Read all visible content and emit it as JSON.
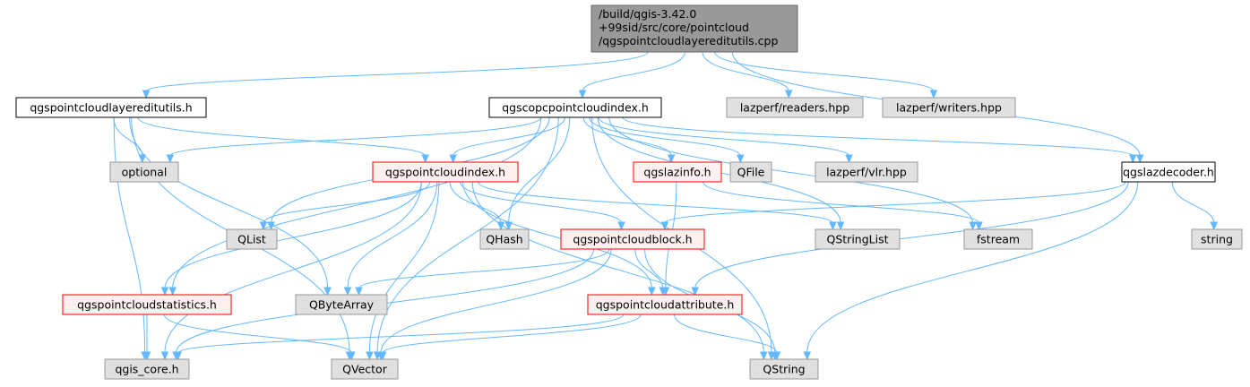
{
  "colors": {
    "edge": "#63b8ff",
    "root_fill": "#999999",
    "root_border": "#666666",
    "plain_fill": "#ffffff",
    "plain_border": "#000000",
    "red_fill": "#fff0f0",
    "red_border": "#ff0000",
    "ext_fill": "#e0e0e0",
    "ext_border": "#999999"
  },
  "nodes": [
    {
      "id": "root",
      "style": "root",
      "lines": [
        "/build/qgis-3.42.0",
        "+99sid/src/core/pointcloud",
        "/qgspointcloudlayereditutils.cpp"
      ]
    },
    {
      "id": "layereditutils_h",
      "style": "plain",
      "lines": [
        "qgspointcloudlayereditutils.h"
      ]
    },
    {
      "id": "copcpointcloudindex_h",
      "style": "plain",
      "lines": [
        "qgscopcpointcloudindex.h"
      ]
    },
    {
      "id": "readers_hpp",
      "style": "ext",
      "lines": [
        "lazperf/readers.hpp"
      ]
    },
    {
      "id": "writers_hpp",
      "style": "ext",
      "lines": [
        "lazperf/writers.hpp"
      ]
    },
    {
      "id": "optional",
      "style": "ext",
      "lines": [
        "optional"
      ]
    },
    {
      "id": "pointcloudindex_h",
      "style": "red",
      "lines": [
        "qgspointcloudindex.h"
      ]
    },
    {
      "id": "lazinfo_h",
      "style": "red",
      "lines": [
        "qgslazinfo.h"
      ]
    },
    {
      "id": "qfile",
      "style": "ext",
      "lines": [
        "QFile"
      ]
    },
    {
      "id": "vlr_hpp",
      "style": "ext",
      "lines": [
        "lazperf/vlr.hpp"
      ]
    },
    {
      "id": "lazdecoder_h",
      "style": "plain",
      "lines": [
        "qgslazdecoder.h"
      ]
    },
    {
      "id": "qlist",
      "style": "ext",
      "lines": [
        "QList"
      ]
    },
    {
      "id": "qhash",
      "style": "ext",
      "lines": [
        "QHash"
      ]
    },
    {
      "id": "pointcloudblock_h",
      "style": "red",
      "lines": [
        "qgspointcloudblock.h"
      ]
    },
    {
      "id": "qstringlist",
      "style": "ext",
      "lines": [
        "QStringList"
      ]
    },
    {
      "id": "fstream",
      "style": "ext",
      "lines": [
        "fstream"
      ]
    },
    {
      "id": "string",
      "style": "ext",
      "lines": [
        "string"
      ]
    },
    {
      "id": "pointcloudstatistics_h",
      "style": "red",
      "lines": [
        "qgspointcloudstatistics.h"
      ]
    },
    {
      "id": "qbytearray",
      "style": "ext",
      "lines": [
        "QByteArray"
      ]
    },
    {
      "id": "pointcloudattribute_h",
      "style": "red",
      "lines": [
        "qgspointcloudattribute.h"
      ]
    },
    {
      "id": "qgis_core_h",
      "style": "ext",
      "lines": [
        "qgis_core.h"
      ]
    },
    {
      "id": "qvector",
      "style": "ext",
      "lines": [
        "QVector"
      ]
    },
    {
      "id": "qstring",
      "style": "ext",
      "lines": [
        "QString"
      ]
    }
  ],
  "edges": [
    [
      "root",
      "layereditutils_h"
    ],
    [
      "root",
      "copcpointcloudindex_h"
    ],
    [
      "root",
      "readers_hpp"
    ],
    [
      "root",
      "writers_hpp"
    ],
    [
      "root",
      "lazdecoder_h"
    ],
    [
      "layereditutils_h",
      "optional"
    ],
    [
      "layereditutils_h",
      "pointcloudindex_h"
    ],
    [
      "layereditutils_h",
      "qbytearray"
    ],
    [
      "layereditutils_h",
      "qgis_core_h"
    ],
    [
      "layereditutils_h",
      "qvector"
    ],
    [
      "copcpointcloudindex_h",
      "optional"
    ],
    [
      "copcpointcloudindex_h",
      "pointcloudindex_h"
    ],
    [
      "copcpointcloudindex_h",
      "lazinfo_h"
    ],
    [
      "copcpointcloudindex_h",
      "qfile"
    ],
    [
      "copcpointcloudindex_h",
      "vlr_hpp"
    ],
    [
      "copcpointcloudindex_h",
      "qlist"
    ],
    [
      "copcpointcloudindex_h",
      "qhash"
    ],
    [
      "copcpointcloudindex_h",
      "qstringlist"
    ],
    [
      "copcpointcloudindex_h",
      "fstream"
    ],
    [
      "copcpointcloudindex_h",
      "pointcloudstatistics_h"
    ],
    [
      "copcpointcloudindex_h",
      "qvector"
    ],
    [
      "copcpointcloudindex_h",
      "qstring"
    ],
    [
      "copcpointcloudindex_h",
      "lazdecoder_h"
    ],
    [
      "pointcloudindex_h",
      "qlist"
    ],
    [
      "pointcloudindex_h",
      "qhash"
    ],
    [
      "pointcloudindex_h",
      "pointcloudblock_h"
    ],
    [
      "pointcloudindex_h",
      "qstringlist"
    ],
    [
      "pointcloudindex_h",
      "pointcloudstatistics_h"
    ],
    [
      "pointcloudindex_h",
      "qbytearray"
    ],
    [
      "pointcloudindex_h",
      "pointcloudattribute_h"
    ],
    [
      "pointcloudindex_h",
      "qgis_core_h"
    ],
    [
      "pointcloudindex_h",
      "qvector"
    ],
    [
      "pointcloudindex_h",
      "qstring"
    ],
    [
      "lazinfo_h",
      "fstream"
    ],
    [
      "lazinfo_h",
      "pointcloudattribute_h"
    ],
    [
      "lazdecoder_h",
      "pointcloudblock_h"
    ],
    [
      "lazdecoder_h",
      "string"
    ],
    [
      "lazdecoder_h",
      "pointcloudattribute_h"
    ],
    [
      "lazdecoder_h",
      "qstring"
    ],
    [
      "pointcloudblock_h",
      "qbytearray"
    ],
    [
      "pointcloudblock_h",
      "pointcloudattribute_h"
    ],
    [
      "pointcloudblock_h",
      "qgis_core_h"
    ],
    [
      "pointcloudblock_h",
      "qvector"
    ],
    [
      "pointcloudblock_h",
      "qstring"
    ],
    [
      "pointcloudstatistics_h",
      "qgis_core_h"
    ],
    [
      "pointcloudstatistics_h",
      "qvector"
    ],
    [
      "pointcloudattribute_h",
      "qgis_core_h"
    ],
    [
      "pointcloudattribute_h",
      "qvector"
    ],
    [
      "pointcloudattribute_h",
      "qstring"
    ]
  ]
}
